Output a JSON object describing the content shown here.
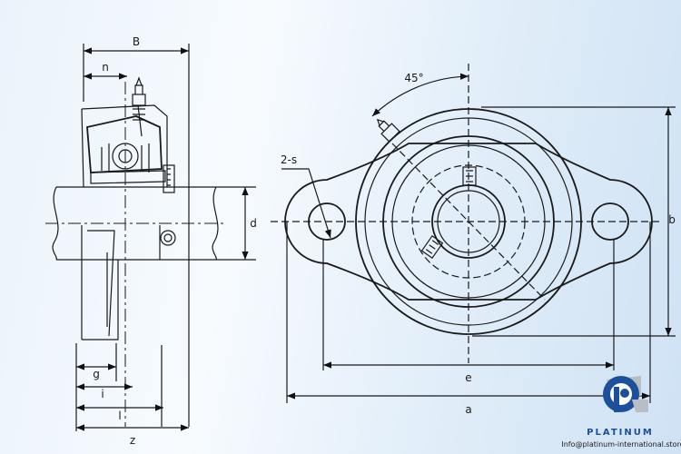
{
  "labels": {
    "B": "B",
    "n": "n",
    "d": "d",
    "g": "g",
    "i": "i",
    "l": "l",
    "z": "z",
    "angle": "45°",
    "holes": "2-s",
    "e": "e",
    "a": "a",
    "b": "b"
  },
  "brand": {
    "name": "PLATINUM",
    "email": "Info@platinum-international.store",
    "colors": {
      "blue": "#1c4f9c",
      "grey": "#b9bec6"
    }
  }
}
